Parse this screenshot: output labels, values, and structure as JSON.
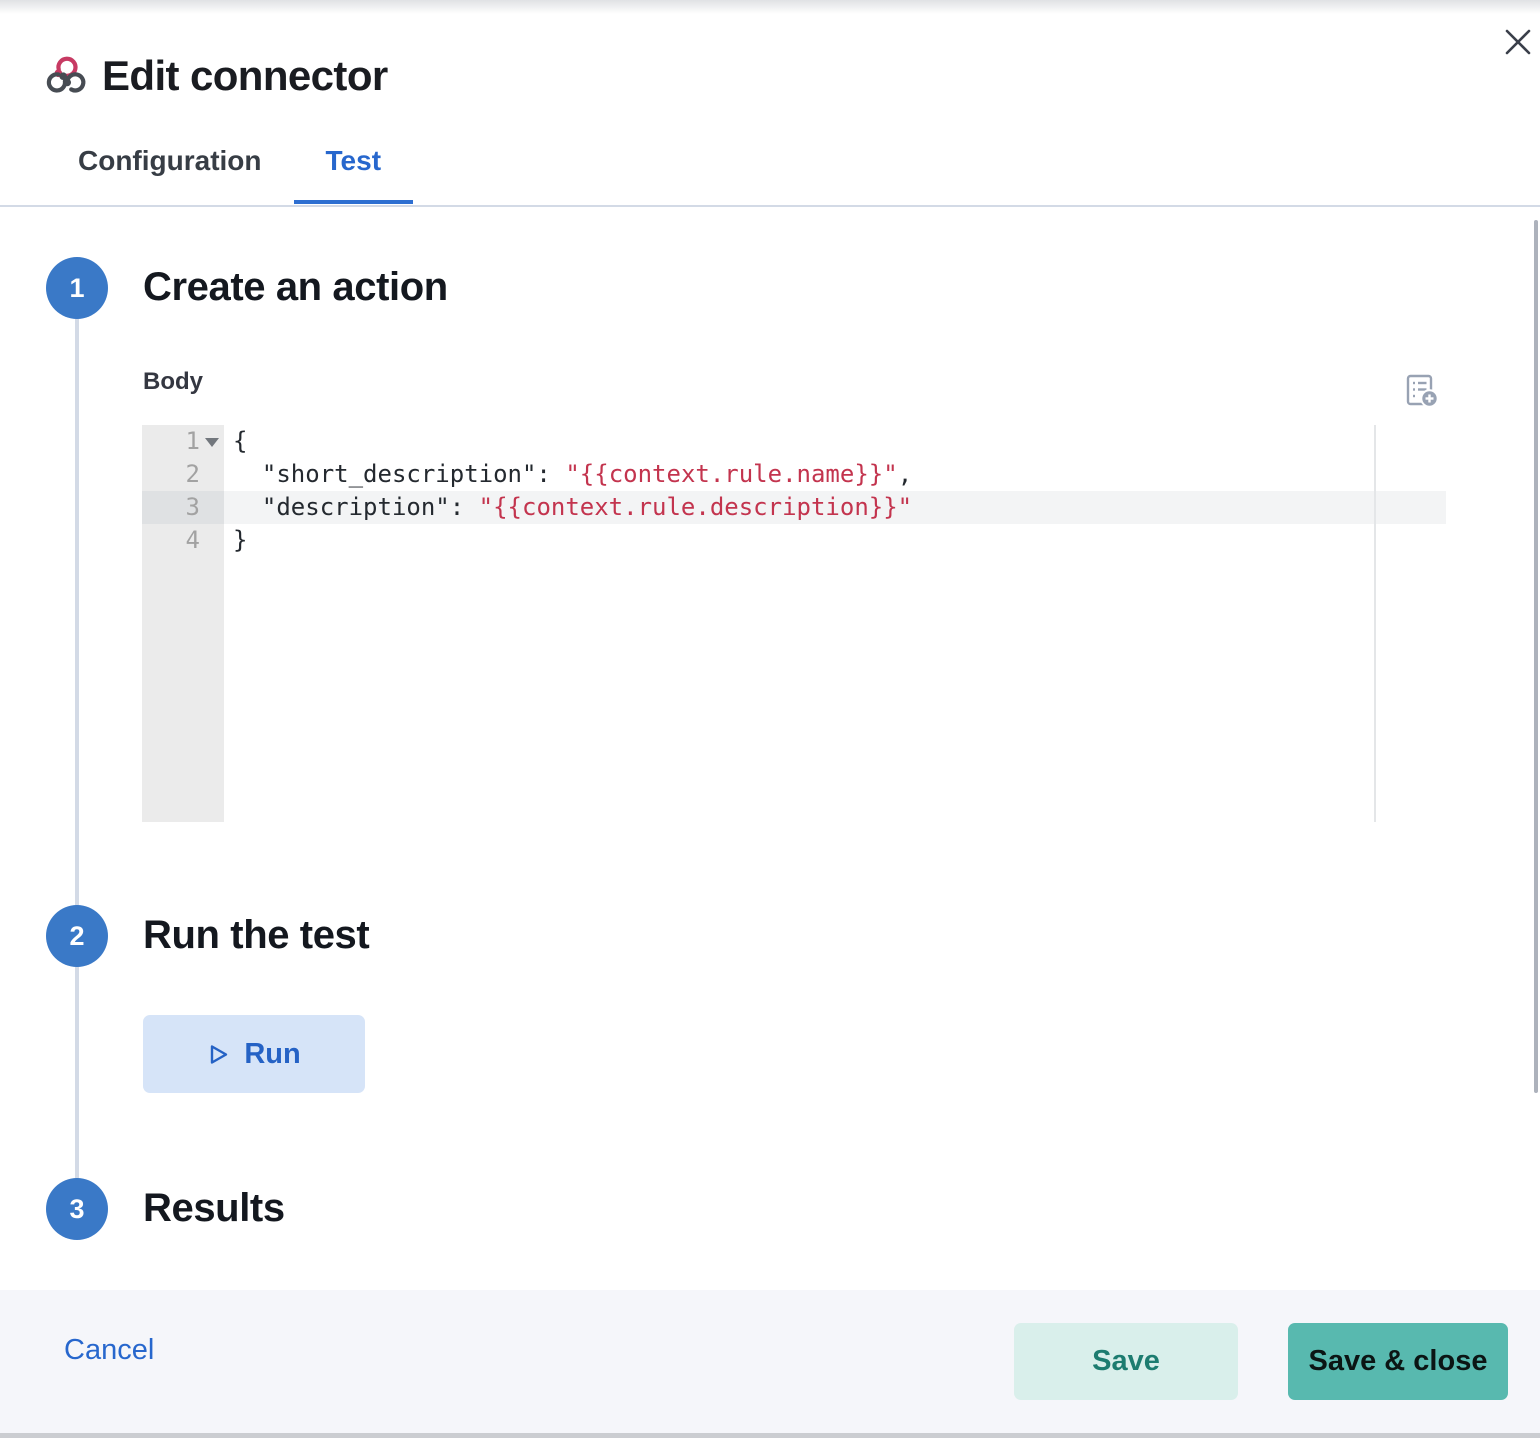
{
  "header": {
    "title": "Edit connector"
  },
  "window": {
    "close_icon": "close-x"
  },
  "tabs": [
    {
      "label": "Configuration",
      "active": false
    },
    {
      "label": "Test",
      "active": true
    }
  ],
  "steps": {
    "one": {
      "num": "1",
      "title": "Create an action"
    },
    "two": {
      "num": "2",
      "title": "Run the test"
    },
    "three": {
      "num": "3",
      "title": "Results"
    }
  },
  "body_editor": {
    "label": "Body",
    "add_variable_icon": "list-add-icon",
    "lines": [
      {
        "num": "1",
        "code": "{"
      },
      {
        "num": "2",
        "key": "  \"short_description\": ",
        "value": "\"{{context.rule.name}}\"",
        "tail": ","
      },
      {
        "num": "3",
        "key": "  \"description\": ",
        "value": "\"{{context.rule.description}}\"",
        "tail": ""
      },
      {
        "num": "4",
        "code": "}"
      }
    ]
  },
  "run": {
    "label": "Run",
    "icon": "play"
  },
  "footer": {
    "cancel_label": "Cancel",
    "save_label": "Save",
    "save_close_label": "Save & close"
  },
  "colors": {
    "primary_blue": "#2767cd",
    "step_blue": "#3a79c7",
    "code_string_red": "#c3344e",
    "success_teal": "#58b9af",
    "success_teal_light": "#d9efeb",
    "webhook_pink": "#c73a63",
    "webhook_gray": "#474c53"
  }
}
